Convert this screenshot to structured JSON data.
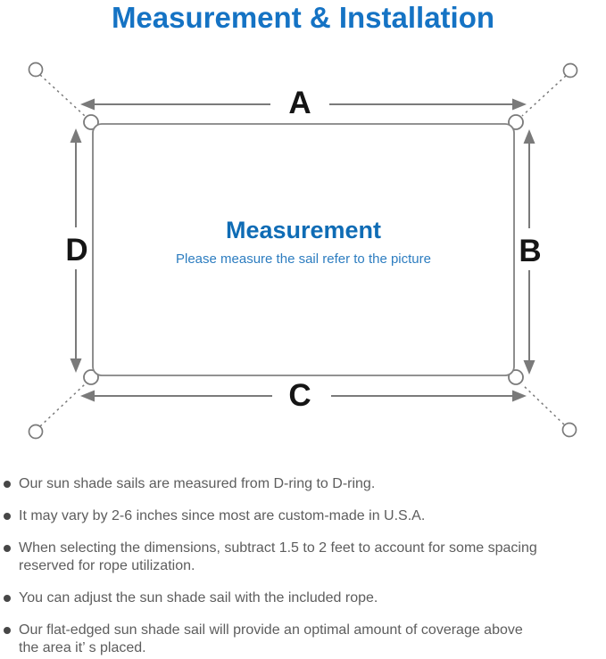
{
  "title": "Measurement & Installation",
  "diagram": {
    "heading": "Measurement",
    "subheading": "Please measure the sail refer to the picture",
    "labels": {
      "top": "A",
      "right": "B",
      "bottom": "C",
      "left": "D"
    },
    "colors": {
      "title_blue": "#1573c4",
      "heading_blue": "#0f6cb5",
      "subheading_blue": "#2d7dc0",
      "line_gray": "#7a7a7a",
      "label_black": "#151515",
      "note_gray": "#5d5d5d"
    }
  },
  "notes": [
    "Our sun shade sails are measured from D-ring to D-ring.",
    "It may vary by 2-6 inches since most are custom-made in U.S.A.",
    "When selecting the dimensions, subtract 1.5 to 2 feet to account for some spacing\nreserved for rope utilization.",
    "You can adjust the sun shade sail with the included rope.",
    "Our flat-edged sun shade sail will provide an optimal amount of coverage above\nthe area it’ s placed."
  ]
}
